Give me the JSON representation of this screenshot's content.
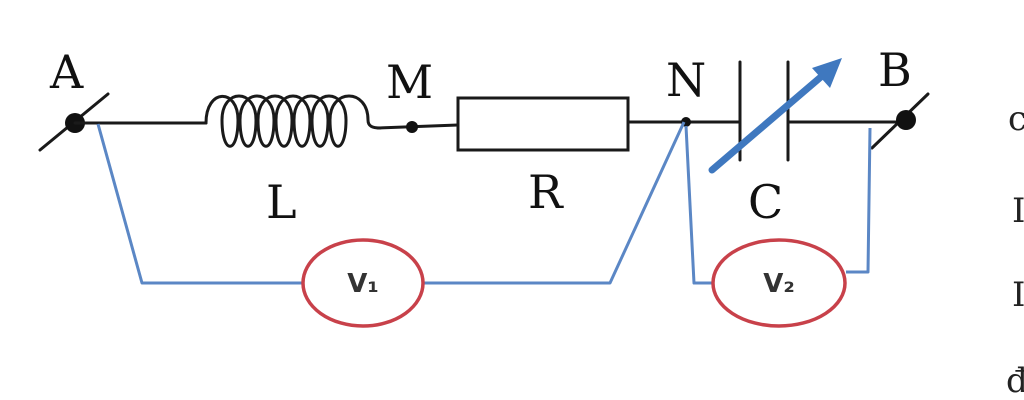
{
  "nodes": {
    "a": "A",
    "m": "M",
    "n": "N",
    "b": "B"
  },
  "components": {
    "inductor": "L",
    "resistor": "R",
    "capacitor": "C"
  },
  "meters": {
    "v1": "V₁",
    "v2": "V₂"
  },
  "colors": {
    "wire": "#1a1a1a",
    "meter_wire": "#5b87c5",
    "meter_outline": "#c8414a",
    "variable_arrow": "#3f78bf"
  },
  "edge_fragments": [
    "c",
    "I",
    "I",
    "đ"
  ]
}
